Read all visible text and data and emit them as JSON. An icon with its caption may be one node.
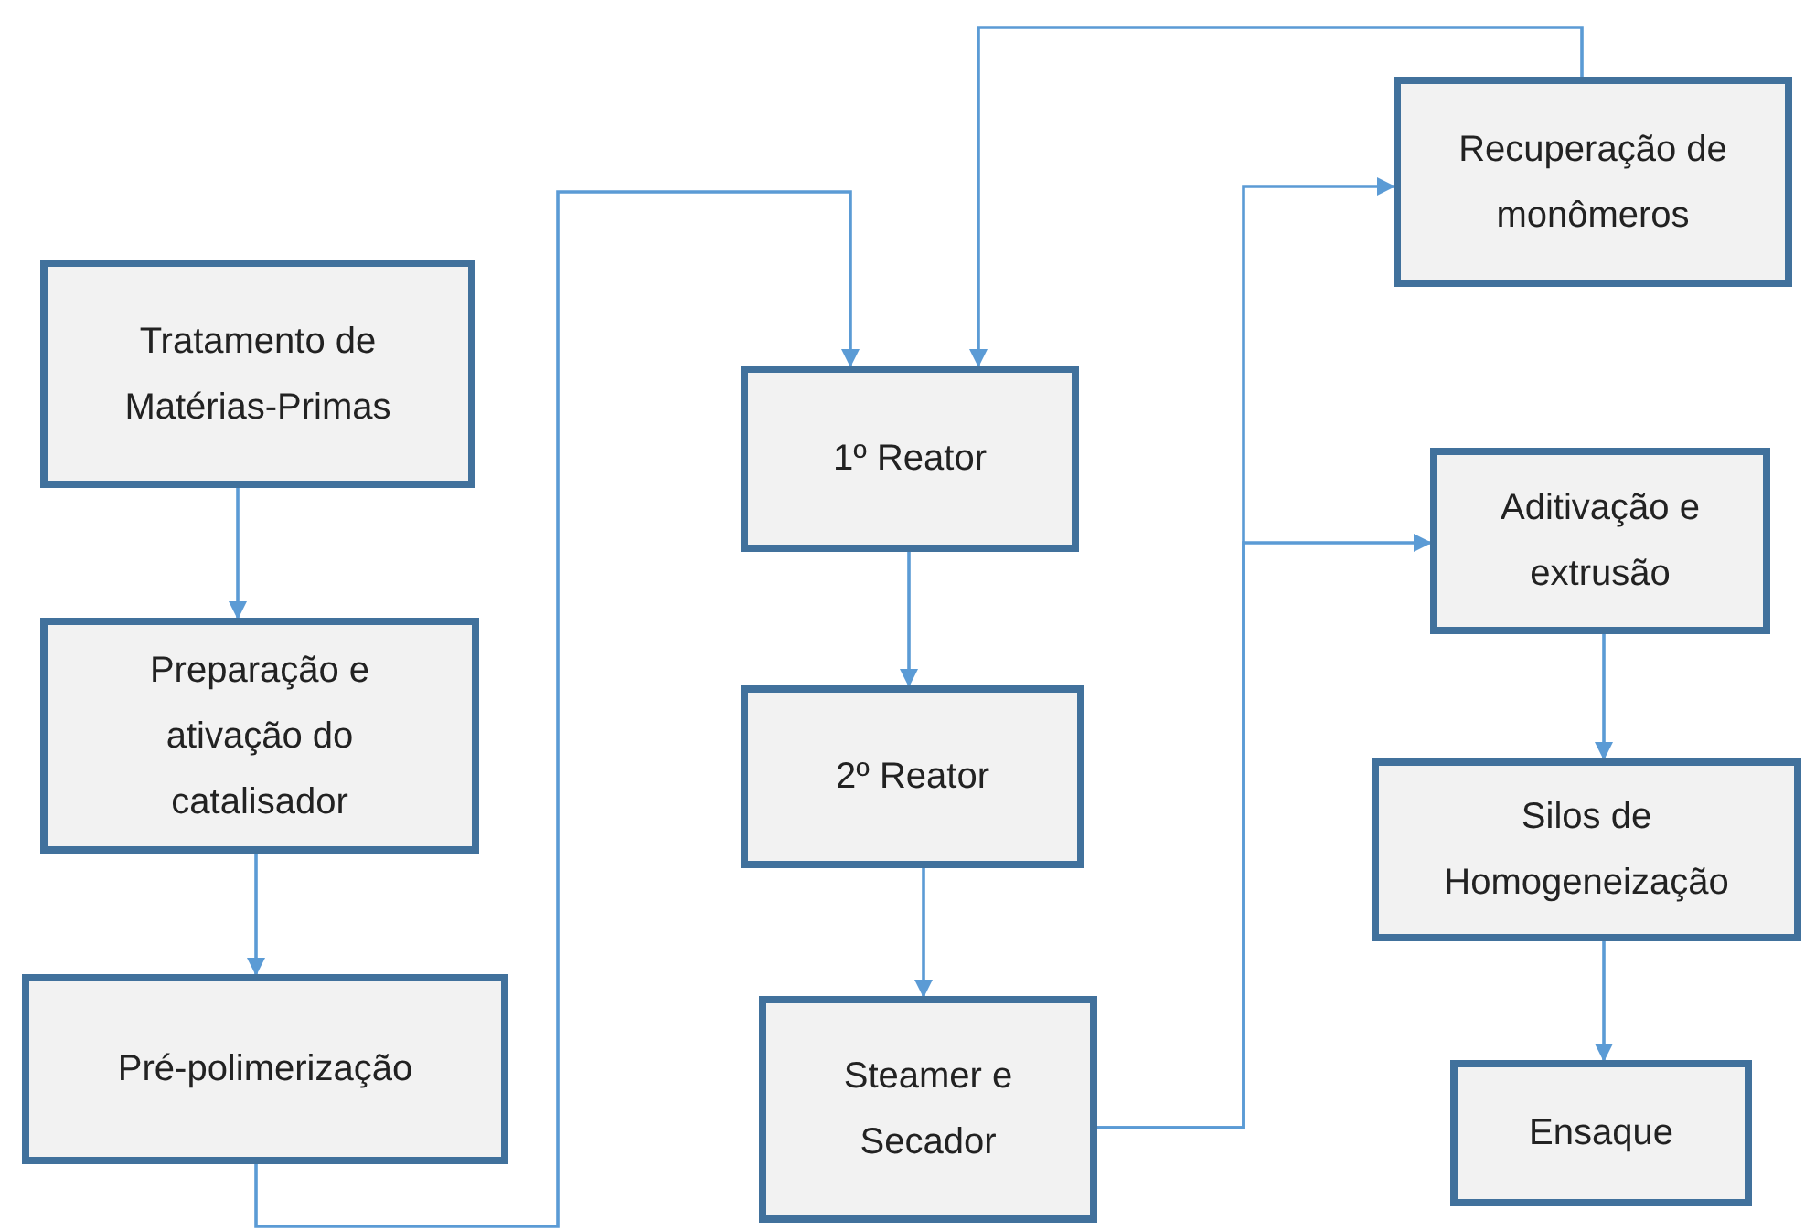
{
  "diagram": {
    "nodes": [
      {
        "text": [
          "Tratamento de Matérias-Primas"
        ]
      },
      {
        "text": [
          "Preparação e ativação do catalisador"
        ]
      },
      {
        "text": [
          "Pré-polimerização"
        ]
      },
      {
        "text": [
          "1º Reator"
        ]
      },
      {
        "text": [
          "2º Reator"
        ]
      },
      {
        "text": [
          "Steamer e Secador"
        ]
      },
      {
        "text": [
          "Recuperação de monômeros"
        ]
      },
      {
        "text": [
          "Aditivação e extrusão"
        ]
      },
      {
        "text": [
          "Silos de Homogeneização"
        ]
      },
      {
        "text": [
          "Ensaque"
        ]
      }
    ],
    "edges": [
      {
        "from": 0,
        "to": 1,
        "arrow": "to"
      },
      {
        "from": 1,
        "to": 2,
        "arrow": "to"
      },
      {
        "from": 2,
        "to": 3,
        "arrow": "to"
      },
      {
        "from": 3,
        "to": 4,
        "arrow": "to"
      },
      {
        "from": 4,
        "to": 5,
        "arrow": "to"
      },
      {
        "from": 5,
        "to": 6,
        "arrow": "to"
      },
      {
        "from": 5,
        "to": 7,
        "arrow": "to"
      },
      {
        "from": 6,
        "to": 3,
        "arrow": "to"
      },
      {
        "from": 7,
        "to": 8,
        "arrow": "to"
      },
      {
        "from": 8,
        "to": 9,
        "arrow": "to"
      }
    ]
  }
}
